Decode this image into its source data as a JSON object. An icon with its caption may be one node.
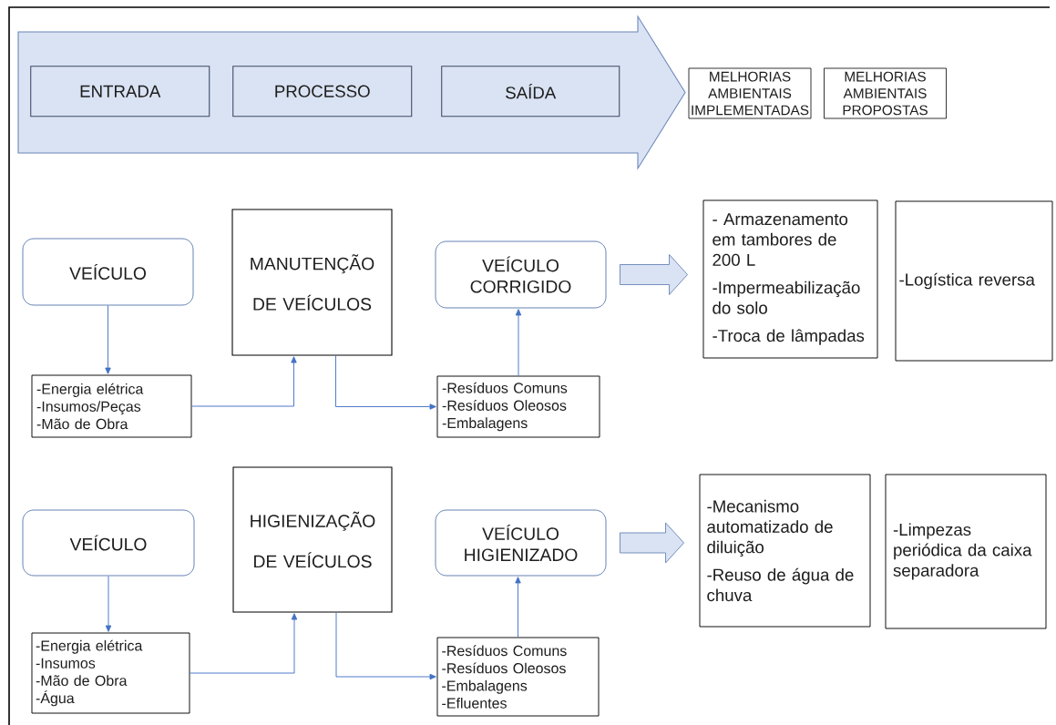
{
  "diagram": {
    "nodes": [
      {
        "text": [],
        "shape": "arrow"
      },
      {
        "text": [
          "ENTRADA"
        ],
        "in": 0
      },
      {
        "text": [
          "PROCESSO"
        ],
        "in": 0
      },
      {
        "text": [
          "SAÍDA"
        ],
        "in": 0
      },
      {
        "text": [
          "MELHORIAS AMBIENTAIS IMPLEMENTADAS"
        ]
      },
      {
        "text": [
          "MELHORIAS AMBIENTAIS PROPOSTAS"
        ]
      },
      {
        "text": [
          "VEÍCULO"
        ]
      },
      {
        "text": [
          "MANUTENÇÃO DE VEÍCULOS"
        ]
      },
      {
        "text": [
          "VEÍCULO CORRIGIDO"
        ]
      },
      {
        "text": [
          "-Energia elétrica",
          "-Insumos/Peças",
          "-Mão de Obra"
        ]
      },
      {
        "text": [
          "-Resíduos Comuns",
          "-Resíduos Oleosos",
          "-Embalagens"
        ]
      },
      {
        "text": [
          "- Armazenamento em tambores de 200 L",
          "-Impermeabilização do solo",
          "-Troca de lâmpadas"
        ]
      },
      {
        "text": [
          "-Logística reversa"
        ]
      },
      {
        "text": [
          "VEÍCULO"
        ]
      },
      {
        "text": [
          "HIGIENIZAÇÃO DE VEÍCULOS"
        ]
      },
      {
        "text": [
          "VEÍCULO HIGIENIZADO"
        ]
      },
      {
        "text": [
          "-Energia elétrica",
          "-Insumos",
          "-Mão de Obra",
          "-Água"
        ]
      },
      {
        "text": [
          "-Resíduos Comuns",
          "-Resíduos Oleosos",
          "-Embalagens",
          "-Efluentes"
        ]
      },
      {
        "text": [
          "-Mecanismo automatizado de diluição",
          "-Reuso de água de chuva"
        ]
      },
      {
        "text": [
          "-Limpezas periódica da caixa separadora"
        ]
      }
    ],
    "edges": [
      {
        "from": 6,
        "to": 9,
        "arrow": "to"
      },
      {
        "from": 9,
        "to": 7,
        "arrow": "to"
      },
      {
        "from": 7,
        "to": 10,
        "arrow": "to"
      },
      {
        "from": 10,
        "to": 8,
        "arrow": "to"
      },
      {
        "from": 8,
        "to": 11,
        "arrow": "to",
        "style": "thick"
      },
      {
        "from": 13,
        "to": 16,
        "arrow": "to"
      },
      {
        "from": 16,
        "to": 14,
        "arrow": "to"
      },
      {
        "from": 14,
        "to": 17,
        "arrow": "to"
      },
      {
        "from": 17,
        "to": 15,
        "arrow": "to"
      },
      {
        "from": 15,
        "to": 18,
        "arrow": "to",
        "style": "thick"
      }
    ]
  }
}
